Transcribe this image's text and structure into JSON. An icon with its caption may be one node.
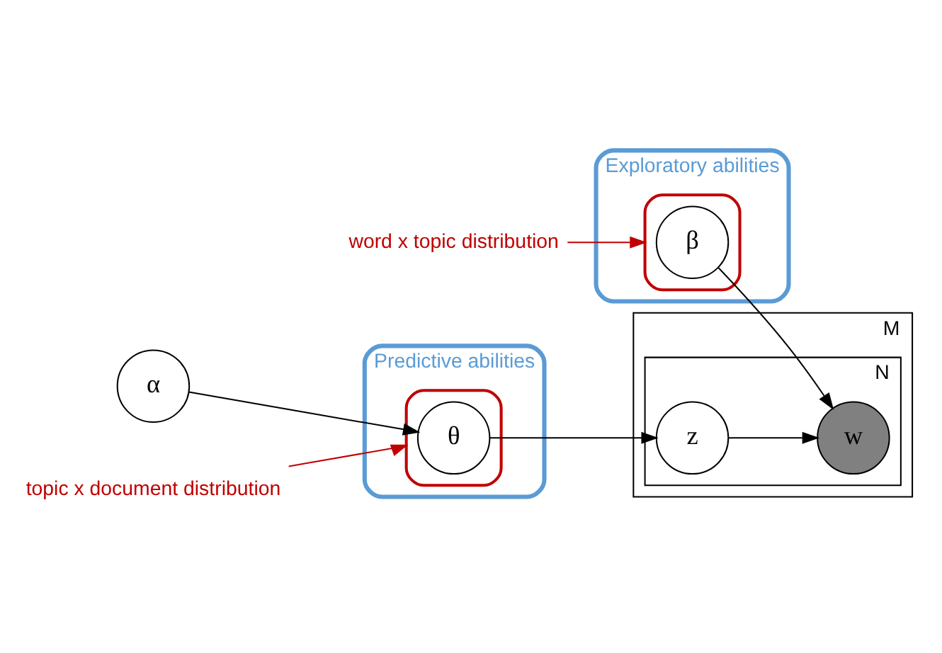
{
  "diagram": {
    "nodes": [
      {
        "text": [
          "M"
        ]
      },
      {
        "text": [
          "N"
        ],
        "in": 0
      },
      {
        "text": [
          "α"
        ]
      },
      {
        "text": [],
        "shape": "ellipse",
        "beside": [
          "Predictive abilities"
        ]
      },
      {
        "text": [],
        "shape": "box",
        "in": 3
      },
      {
        "text": [
          "θ"
        ],
        "in": 4
      },
      {
        "text": [
          "z"
        ],
        "in": 1
      },
      {
        "text": [
          "w"
        ],
        "in": 1
      },
      {
        "text": [],
        "shape": "ellipse",
        "beside": [
          "Exploratory abilities"
        ]
      },
      {
        "text": [],
        "shape": "box",
        "in": 8
      },
      {
        "text": [
          "β"
        ],
        "in": 9
      },
      {
        "text": [
          "word x topic distribution"
        ]
      },
      {
        "text": [
          "topic x document distribution"
        ]
      }
    ],
    "edges": [
      {
        "from": 2,
        "to": 5,
        "arrow": "to"
      },
      {
        "from": 5,
        "to": 6,
        "arrow": "to"
      },
      {
        "from": 6,
        "to": 7,
        "arrow": "to"
      },
      {
        "from": 10,
        "to": 7,
        "arrow": "to"
      },
      {
        "from": 11,
        "to": 9,
        "arrow": "to",
        "color": "#c00000"
      },
      {
        "from": 12,
        "to": 4,
        "arrow": "to",
        "color": "#c00000"
      }
    ]
  }
}
